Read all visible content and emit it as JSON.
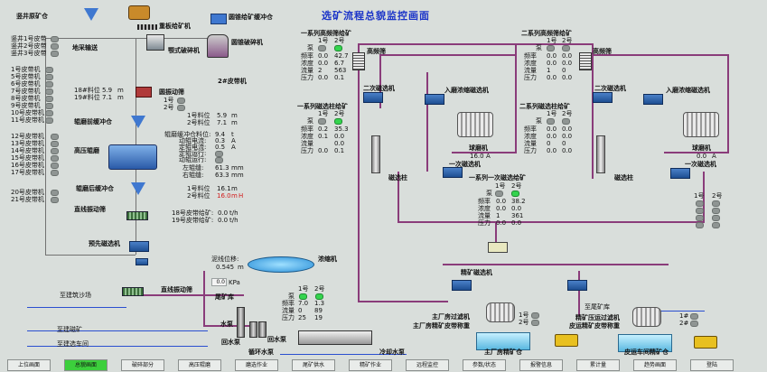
{
  "title": "选矿流程总貌监控画面",
  "colors": {
    "pipe": "#8a3c7a",
    "title": "#1b34c8",
    "ok": "#34d44e",
    "alarm": "#d21c1c"
  },
  "crush": {
    "shaft_label": "竖井原矿仓",
    "belts_a": [
      "竖井1号皮带",
      "竖井2号皮带",
      "竖井3号皮带"
    ],
    "ground_conveyor": "地采输送",
    "heavy_feeder": "重板给矿机",
    "jaw": "颚式破碎机",
    "cone_feeder": "圆锥给矿缓冲仓",
    "cone": "圆锥破碎机",
    "belt2": "2#皮带机",
    "belts_b": [
      "1号皮带机",
      "5号皮带机",
      "6号皮带机",
      "7号皮带机",
      "8号皮带机",
      "9号皮带机",
      "10号皮带机",
      "11号皮带机"
    ],
    "level18": "18#料位",
    "level18_val": "5.9",
    "level18_unit": "m",
    "level19": "19#料位",
    "level19_val": "7.1",
    "level19_unit": "m",
    "round_screen": "圆振动筛",
    "pair_1": "1号",
    "pair_2": "2号",
    "lvl1": "1号料位",
    "lvl1_val": "5.9",
    "lvl1_unit": "m",
    "lvl2": "2号料位",
    "lvl2_val": "7.1",
    "lvl2_unit": "m",
    "pre_hpgr_bin": "辊磨前缓冲仓",
    "belts_c": [
      "12号皮带机",
      "13号皮带机",
      "14号皮带机",
      "15号皮带机",
      "16号皮带机",
      "17号皮带机",
      "20号皮带机",
      "21号皮带机"
    ],
    "hpgr": "高压辊磨",
    "hpgr_params": [
      {
        "label": "辊磨缓冲仓料位:",
        "val": "9.4",
        "unit": "t"
      },
      {
        "label": "动辊电流:",
        "val": "0.3",
        "unit": "A"
      },
      {
        "label": "定辊电流:",
        "val": "0.5",
        "unit": "A"
      },
      {
        "label": "定辊运行:",
        "val": "",
        "unit": ""
      },
      {
        "label": "动辊运行:",
        "val": "",
        "unit": ""
      },
      {
        "label": "左辊缝:",
        "val": "61.3",
        "unit": "mm"
      },
      {
        "label": "右辊缝:",
        "val": "63.3",
        "unit": "mm"
      }
    ],
    "post_hpgr_bin": "辊磨后缓冲仓",
    "post_lvl1": "1号料位",
    "post_lvl1_val": "16.1",
    "post_lvl1_unit": "m",
    "post_lvl2": "2号料位",
    "post_lvl2_val": "16.0",
    "post_lvl2_unit": "m",
    "post_lvl2_flag": "H",
    "linear_screen": "直线振动筛",
    "belt18": "18号皮带给矿:",
    "belt18_val": "0.0",
    "belt18_unit": "t/h",
    "belt19": "19号皮带给矿:",
    "belt19_val": "0.0",
    "belt19_unit": "t/h",
    "pre_mag": "预先磁选机"
  },
  "series1": {
    "feed_header": "一系列高频筛给矿",
    "col1": "1号",
    "col2": "2号",
    "rows": [
      {
        "label": "泵",
        "v1": "",
        "v2": ""
      },
      {
        "label": "频率",
        "v1": "0.0",
        "v2": "42.7"
      },
      {
        "label": "浓度",
        "v1": "0.0",
        "v2": "6.7"
      },
      {
        "label": "流量",
        "v1": "2",
        "v2": "563"
      },
      {
        "label": "压力",
        "v1": "0.0",
        "v2": "0.1"
      }
    ],
    "hf_screen": "高频筛",
    "mag2": "二次磁选机",
    "dewater": "入磨浓缩磁选机",
    "col_header": "一系列磁选柱给矿",
    "col_rows": [
      {
        "label": "泵",
        "v1": "",
        "v2": ""
      },
      {
        "label": "频率",
        "v1": "0.2",
        "v2": "35.3"
      },
      {
        "label": "浓度",
        "v1": "0.1",
        "v2": "0.0"
      },
      {
        "label": "流量",
        "v1": "",
        "v2": "0.0"
      },
      {
        "label": "压力",
        "v1": "0.0",
        "v2": "0.1"
      }
    ],
    "ball_mill": "球磨机",
    "ball_val": "16.0",
    "ball_unit": "A",
    "mag1": "一次磁选机",
    "mag_col": "磁选柱",
    "mag1_feed": "一系列一次磁选给矿",
    "mag1_rows": [
      {
        "label": "泵",
        "v1": "",
        "v2": ""
      },
      {
        "label": "频率",
        "v1": "0.0",
        "v2": "38.2"
      },
      {
        "label": "浓度",
        "v1": "0.0",
        "v2": "0.0"
      },
      {
        "label": "流量",
        "v1": "1",
        "v2": "361"
      },
      {
        "label": "压力",
        "v1": "0.0",
        "v2": "0.0"
      }
    ]
  },
  "series2": {
    "feed_header": "二系列高频筛给矿",
    "col1": "1号",
    "col2": "2号",
    "rows": [
      {
        "label": "泵",
        "v1": "",
        "v2": ""
      },
      {
        "label": "频率",
        "v1": "0.0",
        "v2": "0.0"
      },
      {
        "label": "浓度",
        "v1": "0.0",
        "v2": "0.0"
      },
      {
        "label": "流量",
        "v1": "1",
        "v2": "0"
      },
      {
        "label": "压力",
        "v1": "0.0",
        "v2": "0.0"
      }
    ],
    "hf_screen": "高频筛",
    "mag2": "二次磁选机",
    "dewater": "入磨浓缩磁选机",
    "col_header": "二系列磁选柱给矿",
    "col_rows": [
      {
        "label": "泵",
        "v1": "",
        "v2": ""
      },
      {
        "label": "频率",
        "v1": "0.0",
        "v2": "0.0"
      },
      {
        "label": "浓度",
        "v1": "0.0",
        "v2": "0.0"
      },
      {
        "label": "流量",
        "v1": "0",
        "v2": "0"
      },
      {
        "label": "压力",
        "v1": "0.0",
        "v2": "0.0"
      }
    ],
    "ball_mill": "球磨机",
    "ball_val": "0.0",
    "ball_unit": "A",
    "mag1": "一次磁选机",
    "mag_col": "磁选柱",
    "pair_1": "1号",
    "pair_2": "2号"
  },
  "thickener": {
    "label": "浓缩机",
    "level": "泥线位移:",
    "level_val": "0.545",
    "level_unit": "m",
    "pressure_val": "0.0",
    "pressure_unit": "KPa",
    "tailings": "尾矿库",
    "p1": "1号",
    "p2": "2号",
    "rows": [
      {
        "label": "泵",
        "v1": "",
        "v2": ""
      },
      {
        "label": "频率",
        "v1": "7.0",
        "v2": "1.3"
      },
      {
        "label": "流量",
        "v1": "0",
        "v2": "89"
      },
      {
        "label": "压力",
        "v1": "25",
        "v2": "19"
      }
    ],
    "water_pump": "水泵",
    "return_pump": "回水泵",
    "circ_pump": "循环水泵",
    "cool_pump": "冷却水泵",
    "build_sand": "至建筑沙场",
    "to_mill": "至建磁矿",
    "to_tail": "至建选车间",
    "linear2": "直线振动筛"
  },
  "concentrate": {
    "fine_mag": "精矿磁选机",
    "filter": "主厂房过滤机",
    "filter_belt": "主厂房精矿皮带称重",
    "p1": "1号",
    "p2": "2号",
    "bin": "主厂房精矿仓",
    "tail_label": "至尾矿库",
    "fine_filter": "精矿压运过滤机",
    "fine_belt": "皮运精矿皮带称重",
    "fine_bin": "皮运车间精矿仓",
    "p1b": "1#",
    "p2b": "2#"
  },
  "nav": [
    "上位画面",
    "总貌画面",
    "破碎部分",
    "高压辊磨",
    "磨选作业",
    "尾矿供水",
    "精矿作业",
    "远程监控",
    "参数/状态",
    "报警信息",
    "累计量",
    "趋势画面",
    "登陆"
  ],
  "nav_active": 1
}
